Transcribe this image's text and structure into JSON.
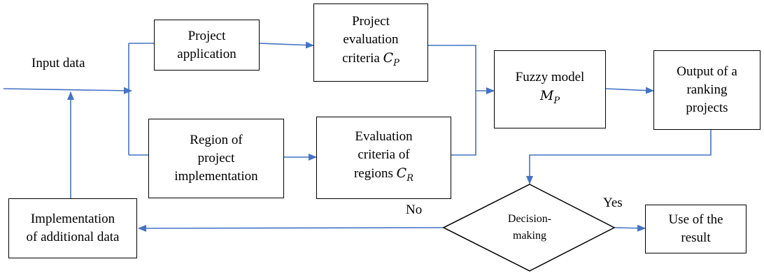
{
  "labels": {
    "input": "Input data",
    "no": "No",
    "yes": "Yes"
  },
  "boxes": {
    "project_application": [
      "Project",
      "application"
    ],
    "project_criteria": {
      "lines": [
        "Project",
        "evaluation"
      ],
      "last_prefix": "criteria",
      "symbol": "C",
      "sub": "P"
    },
    "region": [
      "Region of",
      "project",
      "implementation"
    ],
    "region_criteria": {
      "lines": [
        "Evaluation",
        "criteria of"
      ],
      "last_prefix": "regions",
      "symbol": "C",
      "sub": "R"
    },
    "fuzzy": {
      "lines": [
        "Fuzzy model"
      ],
      "symbol": "M",
      "sub": "P"
    },
    "output": [
      "Output of a",
      "ranking",
      "projects"
    ],
    "implementation": [
      "Implementation",
      "of additional data"
    ],
    "use_result": [
      "Use of the",
      "result"
    ]
  },
  "decision": [
    "Decision-",
    "making"
  ],
  "colors": {
    "arrow": "#4472c4",
    "border": "#000000"
  }
}
